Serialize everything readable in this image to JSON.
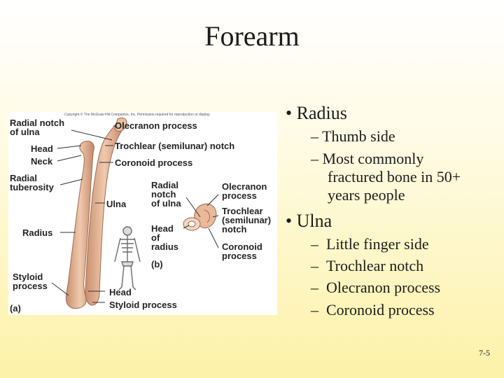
{
  "slide": {
    "title": "Forearm",
    "page_number": "7-5"
  },
  "figure": {
    "copyright": "Copyright © The McGraw-Hill Companies, Inc. Permission required for reproduction or display.",
    "labels": {
      "radial_notch": "Radial notch\nof ulna",
      "head": "Head",
      "neck": "Neck",
      "radial_tuberosity": "Radial\ntuberosity",
      "radius": "Radius",
      "styloid_process_left": "Styloid\nprocess",
      "panel_a": "(a)",
      "olecranon_process": "Olecranon process",
      "trochlear_notch": "Trochlear (semilunar) notch",
      "coronoid_process": "Coronoid process",
      "ulna": "Ulna",
      "head_bottom": "Head",
      "styloid_process_bottom": "Styloid process",
      "b_radial_notch": "Radial\nnotch\nof ulna",
      "b_head_of_radius": "Head\nof\nradius",
      "panel_b": "(b)",
      "b_olecranon": "Olecranon\nprocess",
      "b_trochlear": "Trochlear\n(semilunar)\nnotch",
      "b_coronoid": "Coronoid\nprocess"
    }
  },
  "bullets": {
    "radius": {
      "label": "Radius",
      "subs": [
        "Thumb side",
        "Most commonly",
        "fractured bone in 50+",
        "years people"
      ]
    },
    "ulna": {
      "label": "Ulna",
      "subs": [
        "Little finger side",
        "Trochlear notch",
        "Olecranon process",
        "Coronoid process"
      ]
    }
  }
}
